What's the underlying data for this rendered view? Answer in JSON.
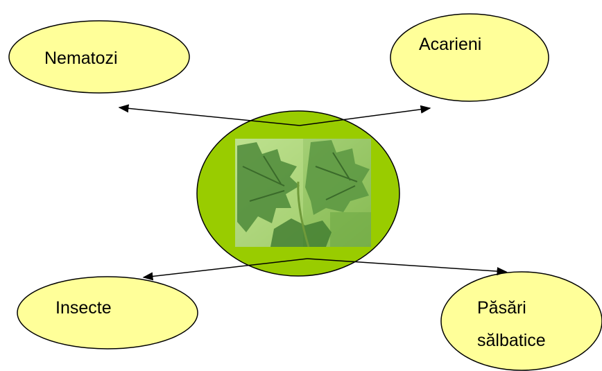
{
  "nodes": {
    "nematozi": {
      "label": "Nematozi"
    },
    "acarieni": {
      "label": "Acarieni"
    },
    "insecte": {
      "label": "Insecte"
    },
    "pasari": {
      "label_line1": "Păsări",
      "label_line2": "sălbatice"
    }
  },
  "colors": {
    "node_fill": "#ffff99",
    "center_fill": "#99cc00",
    "leaf_light": "#a8d66a",
    "leaf_dark": "#4e8a3a",
    "outline": "#000000"
  },
  "icons": {
    "center": "leaf-image"
  }
}
